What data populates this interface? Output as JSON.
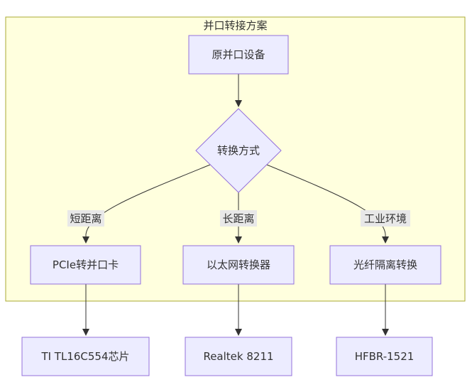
{
  "group": {
    "title": "并口转接方案"
  },
  "nodes": {
    "source_device": "原并口设备",
    "decision": "转换方式",
    "pcie_card": "PCIe转并口卡",
    "ethernet_converter": "以太网转换器",
    "fiber_isolation": "光纤隔离转换",
    "ti_chip": "TI TL16C554芯片",
    "realtek": "Realtek 8211",
    "hfbr": "HFBR-1521"
  },
  "edges": {
    "short_distance": "短距离",
    "long_distance": "长距离",
    "industrial": "工业环境"
  },
  "colors": {
    "node_fill": "#ECECFF",
    "node_stroke": "#9370DB",
    "group_fill": "#FFFFDE",
    "group_stroke": "#AAAA33",
    "edge_stroke": "#333333",
    "label_bg": "#E8E8E8"
  }
}
